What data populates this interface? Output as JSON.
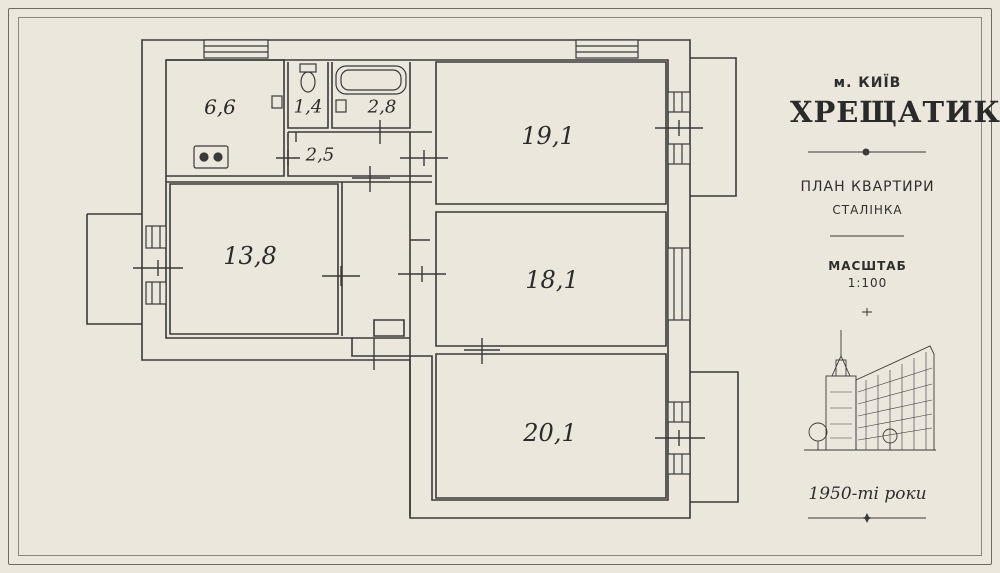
{
  "title_block": {
    "city": "м. КИЇВ",
    "street": "ХРЕЩАТИК",
    "plan_title": "ПЛАН КВАРТИРИ",
    "plan_subtitle": "СТАЛІНКА",
    "scale_label": "МАСШТАБ",
    "scale_value": "1:100",
    "era": "1950-ті роки"
  },
  "rooms": [
    {
      "id": "kitchen",
      "area": "6,6"
    },
    {
      "id": "wc",
      "area": "1,4"
    },
    {
      "id": "bathroom",
      "area": "2,8"
    },
    {
      "id": "hall-small",
      "area": "2,5"
    },
    {
      "id": "room-1",
      "area": "19,1"
    },
    {
      "id": "room-2",
      "area": "13,8"
    },
    {
      "id": "room-3",
      "area": "18,1"
    },
    {
      "id": "room-4",
      "area": "20,1"
    }
  ],
  "colors": {
    "background": "#ece7dc",
    "wall": "#3a3a3a",
    "frame": "#6d6a63"
  },
  "icons": [
    "building-illustration-icon",
    "stove-icon",
    "toilet-icon",
    "bathtub-icon",
    "sink-icon",
    "divider-ornament-icon",
    "star-ornament-icon"
  ]
}
